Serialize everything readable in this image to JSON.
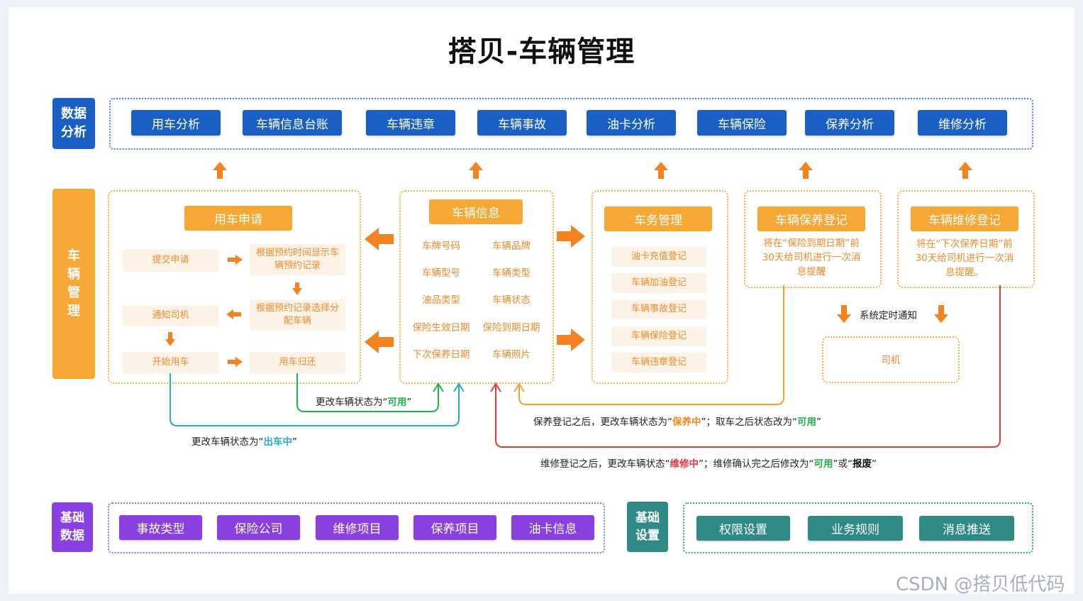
{
  "title": "搭贝-车辆管理",
  "colors": {
    "blue": "#1a5fc4",
    "orange": "#f7a733",
    "purple": "#8a3fe0",
    "teal": "#2f8a85",
    "green_text": "#22b04a",
    "cyan_line": "#2aa9c0",
    "red_line": "#e8383d"
  },
  "analysis": {
    "label_line1": "数据",
    "label_line2": "分析",
    "buttons": [
      "用车分析",
      "车辆信息台账",
      "车辆违章",
      "车辆事故",
      "油卡分析",
      "车辆保险",
      "保养分析",
      "维修分析"
    ]
  },
  "vehicle_mgmt": {
    "label_chars": [
      "车",
      "辆",
      "管",
      "理"
    ],
    "usage": {
      "header": "用车申请",
      "submit": "提交申请",
      "show_records": "根据预约时间显示车辆预约记录",
      "assign": "根据预约记录选择分配车辆",
      "notify_driver": "通知司机",
      "start": "开始用车",
      "return": "用车归还"
    },
    "info": {
      "header": "车辆信息",
      "fields": [
        [
          "车牌号码",
          "车辆品牌"
        ],
        [
          "车辆型号",
          "车辆类型"
        ],
        [
          "油品类型",
          "车辆状态"
        ],
        [
          "保险生效日期",
          "保险到期日期"
        ],
        [
          "下次保养日期",
          "车辆照片"
        ]
      ]
    },
    "affairs": {
      "header": "车务管理",
      "items": [
        "油卡充值登记",
        "车辆加油登记",
        "车辆事故登记",
        "车辆保险登记",
        "车辆违章登记"
      ]
    },
    "maintenance": {
      "header": "车辆保养登记",
      "text": "将在“保险到期日期”前30天给司机进行一次消息提醒"
    },
    "repair": {
      "header": "车辆维修登记",
      "text": "将在“下次保养日期”前30天给司机进行一次消息提醒。"
    },
    "timer_notice": "系统定时通知",
    "driver": "司机"
  },
  "notes": {
    "n1_prefix": "更改车辆状态为“",
    "n1_value": "可用",
    "n1_suffix": "”",
    "n2_prefix": "更改车辆状态为“",
    "n2_value": "出车中",
    "n2_suffix": "”",
    "n3_a": "保养登记之后，更改车辆状态为“",
    "n3_v1": "保养中",
    "n3_b": "”；取车之后状态改为“",
    "n3_v2": "可用",
    "n3_c": "”",
    "n4_a": "维修登记之后，更改车辆状态“",
    "n4_v1": "维修中",
    "n4_b": "”；维修确认完之后修改为“",
    "n4_v2": "可用",
    "n4_c": "”或“",
    "n4_v3": "报废",
    "n4_d": "”"
  },
  "base_data": {
    "label_line1": "基础",
    "label_line2": "数据",
    "buttons": [
      "事故类型",
      "保险公司",
      "维修项目",
      "保养项目",
      "油卡信息"
    ]
  },
  "base_settings": {
    "label_line1": "基础",
    "label_line2": "设置",
    "buttons": [
      "权限设置",
      "业务规则",
      "消息推送"
    ]
  },
  "watermark": "CSDN @搭贝低代码"
}
